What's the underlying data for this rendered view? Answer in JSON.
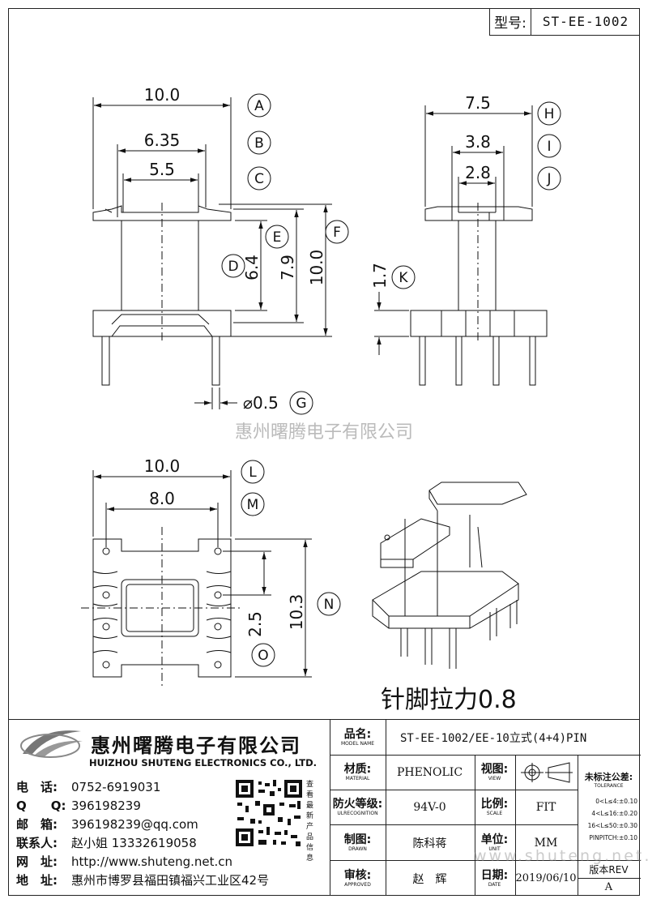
{
  "header": {
    "model_label": "型号:",
    "model_value": "ST-EE-1002"
  },
  "dims": {
    "A": "10.0",
    "B": "6.35",
    "C": "5.5",
    "D": "6.4",
    "E": "7.9",
    "F": "10.0",
    "G": "⌀0.5",
    "H": "7.5",
    "I": "3.8",
    "J": "2.8",
    "K": "1.7",
    "L": "10.0",
    "M": "8.0",
    "N": "10.3",
    "O": "2.5"
  },
  "markers": [
    "A",
    "B",
    "C",
    "D",
    "E",
    "F",
    "G",
    "H",
    "I",
    "J",
    "K",
    "L",
    "M",
    "N",
    "O"
  ],
  "watermark": "惠州曙腾电子有限公司",
  "pin_pull": "针脚拉力0.8",
  "company": {
    "name_cn": "惠州曙腾电子有限公司",
    "name_en": "HUIZHOU SHUTENG ELECTRONICS CO., LTD.",
    "qr_caption": "查看最新产品信息",
    "contacts": [
      {
        "label": "电　话:",
        "value": "0752-6919031"
      },
      {
        "label": "Q　　Q:",
        "value": "396198239"
      },
      {
        "label": "邮　箱:",
        "value": "396198239@qq.com"
      },
      {
        "label": "联系人:",
        "value": "赵小姐 13332619058"
      },
      {
        "label": "网　址:",
        "value": "http://www.shuteng.net.cn"
      },
      {
        "label": "地　址:",
        "value": "惠州市博罗县福田镇福兴工业区42号"
      }
    ]
  },
  "titleblock": {
    "product_name": {
      "zh": "品名:",
      "en": "MODEL NAME",
      "value": "ST-EE-1002/EE-10立式(4+4)PIN"
    },
    "material": {
      "zh": "材质:",
      "en": "MATERIAL",
      "value": "PHENOLIC"
    },
    "view": {
      "zh": "视图:",
      "en": "VIEW"
    },
    "flame": {
      "zh": "防火等级:",
      "en": "ULRECOGNITION",
      "value": "94V-0"
    },
    "scale": {
      "zh": "比例:",
      "en": "SCALE",
      "value": "FIT"
    },
    "drawn": {
      "zh": "制图:",
      "en": "DRAWN",
      "value": "陈科蒋"
    },
    "unit": {
      "zh": "单位:",
      "en": "UNIT",
      "value": "MM"
    },
    "approved": {
      "zh": "审核:",
      "en": "APPROVED",
      "value": "赵　辉"
    },
    "date": {
      "zh": "日期:",
      "en": "DATE",
      "value": "2019/06/10"
    },
    "tolerance": {
      "title": "未标注公差:",
      "title_en": "TOLERANCE",
      "lines": [
        "0<L≤4:±0.10",
        "4<L≤16:±0.20",
        "16<L≤50:±0.30",
        "PINPITCH:±0.10"
      ]
    },
    "revision": {
      "label": "版本REV",
      "value": "A"
    },
    "website_watermark": "www.shuteng.net.cn"
  }
}
